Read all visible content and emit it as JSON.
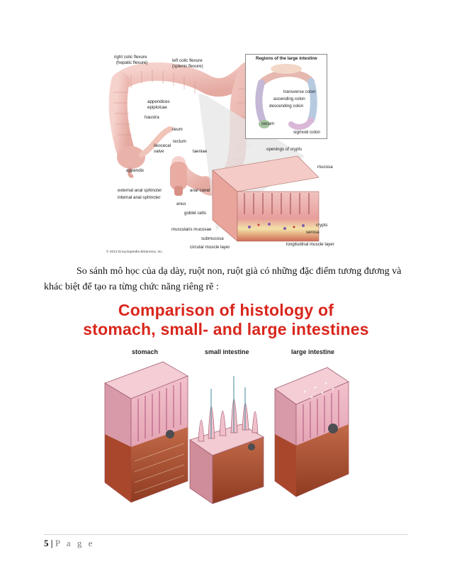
{
  "figure1": {
    "labels": {
      "right_colic": "right colic flexure",
      "hepatic": "(hepatic flexure)",
      "left_colic": "left colic flexure",
      "splenic": "(splenic flexure)",
      "appendices": "appendices",
      "epiploicae": "epiploicae",
      "haustra": "haustra",
      "ileum": "ileum",
      "rectum": "rectum",
      "ileocecal": "ileocecal",
      "valve": "valve",
      "taeniae": "taeniae",
      "appendix": "appendix",
      "external_anal": "external anal sphincter",
      "internal_anal": "internal anal sphincter",
      "anal_canal": "anal canal",
      "anus": "anus",
      "goblet_cells": "goblet cells",
      "muscularis_mucosae": "muscularis mucosae",
      "submucosa": "submucosa",
      "circular_muscle": "circular muscle layer",
      "openings_of_crypts": "openings of crypts",
      "mucosa": "mucosa",
      "crypts": "crypts",
      "serosa": "serosa",
      "longitudinal_muscle": "longitudinal muscle layer",
      "copyright": "© 2013 Encyclopædia Britannica, Inc."
    },
    "inset": {
      "title": "Regions of the large intestine",
      "transverse": "transverse colon",
      "ascending": "ascending colon",
      "descending": "descending colon",
      "cecum": "cecum",
      "sigmoid": "sigmoid colon"
    }
  },
  "paragraph": {
    "line1": "So sánh mô học của dạ dày, ruột non, ruột già có những đặc điểm tương đương và",
    "line2": "khác biệt để tạo ra từng chức năng riêng rẽ :"
  },
  "figure2": {
    "title_line1": "Comparison of histology of",
    "title_line2": "stomach, small- and large intestines",
    "stomach": "stomach",
    "small": "small intestine",
    "large": "large intestine"
  },
  "footer": {
    "page_number": "5",
    "separator": "|",
    "page_word": "P a g e"
  }
}
